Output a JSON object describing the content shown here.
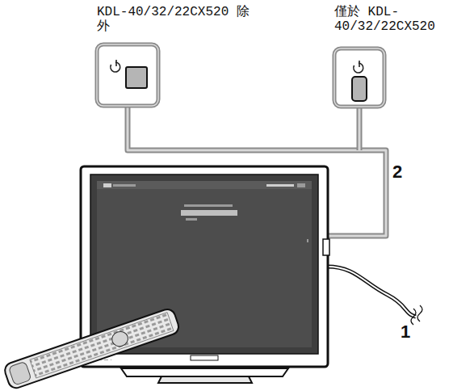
{
  "diagram": {
    "labels": [
      "KDL-40/32/22CX520 除外",
      "僅於 KDL-40/32/22CX520",
      "2",
      "1"
    ]
  }
}
